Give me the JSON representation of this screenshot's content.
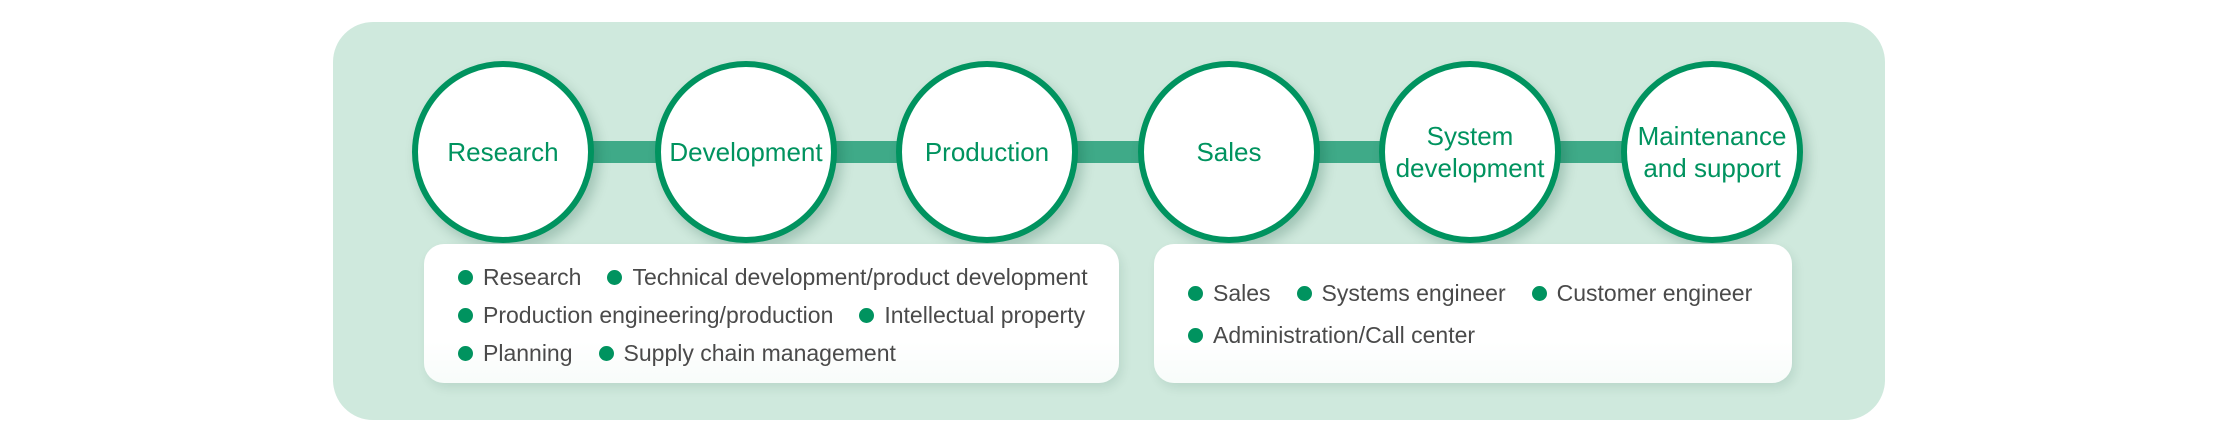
{
  "colors": {
    "accent": "#00935f",
    "container_bg": "#cfe9dd",
    "connector": "#3faa88",
    "panel_bg": "#ffffff",
    "body_text": "#4a4a4a"
  },
  "flow": {
    "steps": [
      {
        "label": "Research"
      },
      {
        "label": "Development"
      },
      {
        "label": "Production"
      },
      {
        "label": "Sales"
      },
      {
        "label": "System development"
      },
      {
        "label": "Maintenance and support"
      }
    ]
  },
  "panels": {
    "left": {
      "rows": [
        {
          "items": [
            "Research",
            "Technical development/product development"
          ]
        },
        {
          "items": [
            "Production engineering/production",
            "Intellectual property"
          ]
        },
        {
          "items": [
            "Planning",
            "Supply chain management"
          ]
        }
      ]
    },
    "right": {
      "rows": [
        {
          "items": [
            "Sales",
            "Systems engineer",
            "Customer engineer"
          ]
        },
        {
          "items": [
            "Administration/Call center"
          ]
        }
      ]
    }
  }
}
